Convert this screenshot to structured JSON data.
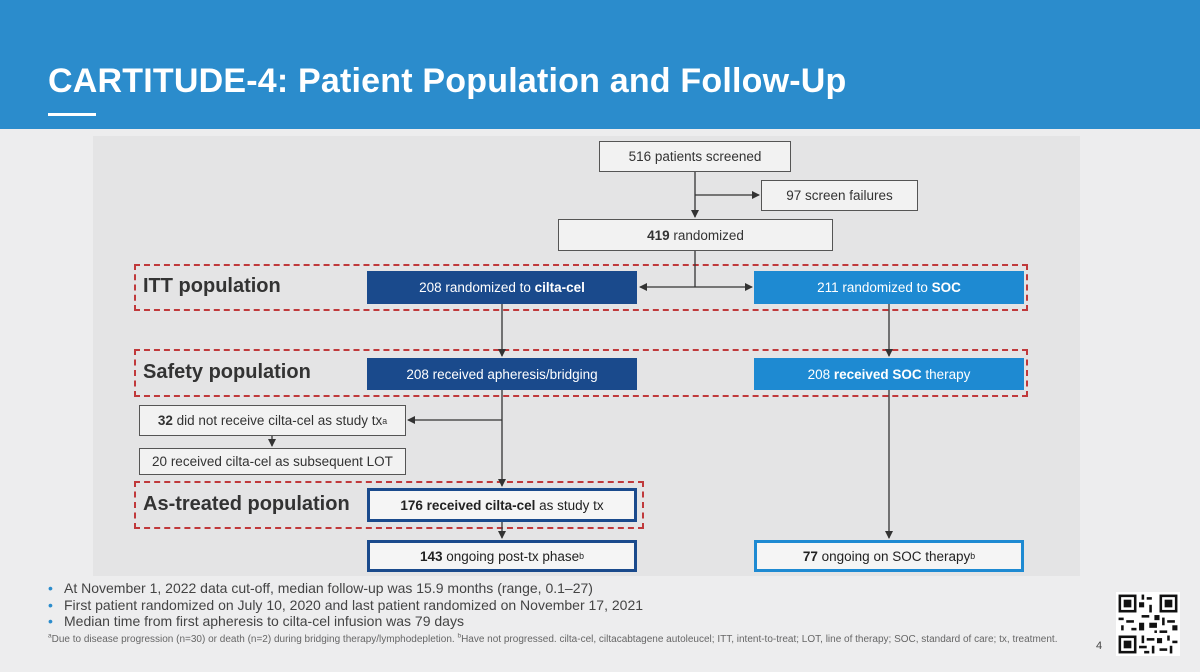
{
  "slide": {
    "title": "CARTITUDE-4: Patient Population and Follow-Up",
    "page_number": "4"
  },
  "populations": {
    "itt": "ITT population",
    "safety": "Safety population",
    "as_treated": "As-treated population"
  },
  "boxes": {
    "screened": {
      "text": "516 patients screened"
    },
    "screen_failures": {
      "text": "97 screen failures"
    },
    "randomized": {
      "bold": "419",
      "text": " randomized"
    },
    "randomized_cilta": {
      "text": "208 randomized to ",
      "bold": "cilta-cel"
    },
    "randomized_soc": {
      "text": "211 randomized to ",
      "bold": "SOC"
    },
    "apheresis": {
      "text": "208 received apheresis/bridging"
    },
    "received_soc": {
      "pre": "208 ",
      "bold": "received SOC",
      "post": " therapy"
    },
    "not_received": {
      "bold": "32",
      "text": " did not receive cilta-cel as study tx",
      "sup": "a"
    },
    "subsequent_lot": {
      "text": "20 received cilta-cel as subsequent LOT"
    },
    "received_cilta": {
      "bold": "176 received cilta-cel",
      "text": " as study tx"
    },
    "ongoing_post_tx": {
      "bold": "143",
      "text": " ongoing post-tx phase",
      "sup": "b"
    },
    "ongoing_soc": {
      "bold": "77",
      "text": " ongoing on SOC therapy",
      "sup": "b"
    }
  },
  "bullets": [
    "At November 1, 2022 data cut-off, median follow-up was 15.9 months (range, 0.1–27)",
    "First patient randomized on July 10, 2020 and last patient randomized on November 17, 2021",
    "Median time from first apheresis to cilta-cel infusion was 79 days"
  ],
  "footnote": {
    "a_mark": "a",
    "a_text": "Due to disease progression (n=30) or death (n=2) during bridging therapy/lymphodepletion. ",
    "b_mark": "b",
    "b_text": "Have not progressed. cilta-cel, ciltacabtagene autoleucel; ITT, intent-to-treat; LOT, line of therapy; SOC, standard of care; tx, treatment."
  },
  "icons": {
    "qr_code": "qr-code-icon",
    "bullet": "•"
  },
  "colors": {
    "header_blue": "#2b8ccc",
    "navy": "#1a4a8c",
    "sky_blue": "#1e8ad2",
    "dash_red": "#c0393b"
  }
}
